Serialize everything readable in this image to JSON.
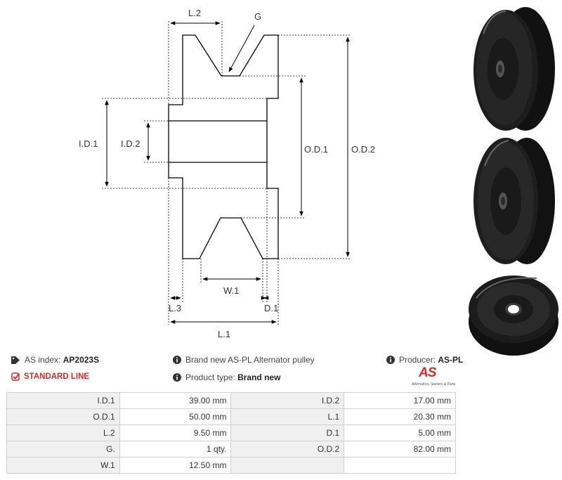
{
  "diagram": {
    "labels": {
      "l2": "L.2",
      "g": "G",
      "id1": "I.D.1",
      "id2": "I.D.2",
      "od1": "O.D.1",
      "od2": "O.D.2",
      "w1": "W.1",
      "l3": "L.3",
      "d1": "D.1",
      "l1": "L.1"
    }
  },
  "info": {
    "as_index_label": "AS index:",
    "as_index_value": "AP2023S",
    "line_label": "STANDARD LINE",
    "description": "Brand new AS-PL Alternator pulley",
    "product_type_label": "Product type:",
    "product_type_value": "Brand new",
    "producer_label": "Producer:",
    "producer_value": "AS-PL"
  },
  "logo": {
    "mark": "AS",
    "tagline": "Alternators, Starters & Parts"
  },
  "colors": {
    "accent_red": "#d42a2a",
    "table_key_bg": "#f0f0f0"
  },
  "specs": [
    [
      {
        "k": "I.D.1",
        "v": "39.00 mm"
      },
      {
        "k": "I.D.2",
        "v": "17.00 mm"
      }
    ],
    [
      {
        "k": "O.D.1",
        "v": "50.00 mm"
      },
      {
        "k": "L.1",
        "v": "20.30 mm"
      }
    ],
    [
      {
        "k": "L.2",
        "v": "9.50 mm"
      },
      {
        "k": "D.1",
        "v": "5.00 mm"
      }
    ],
    [
      {
        "k": "G.",
        "v": "1 qty."
      },
      {
        "k": "O.D.2",
        "v": "82.00 mm"
      }
    ],
    [
      {
        "k": "W.1",
        "v": "12.50 mm"
      },
      {
        "k": "",
        "v": ""
      }
    ]
  ]
}
